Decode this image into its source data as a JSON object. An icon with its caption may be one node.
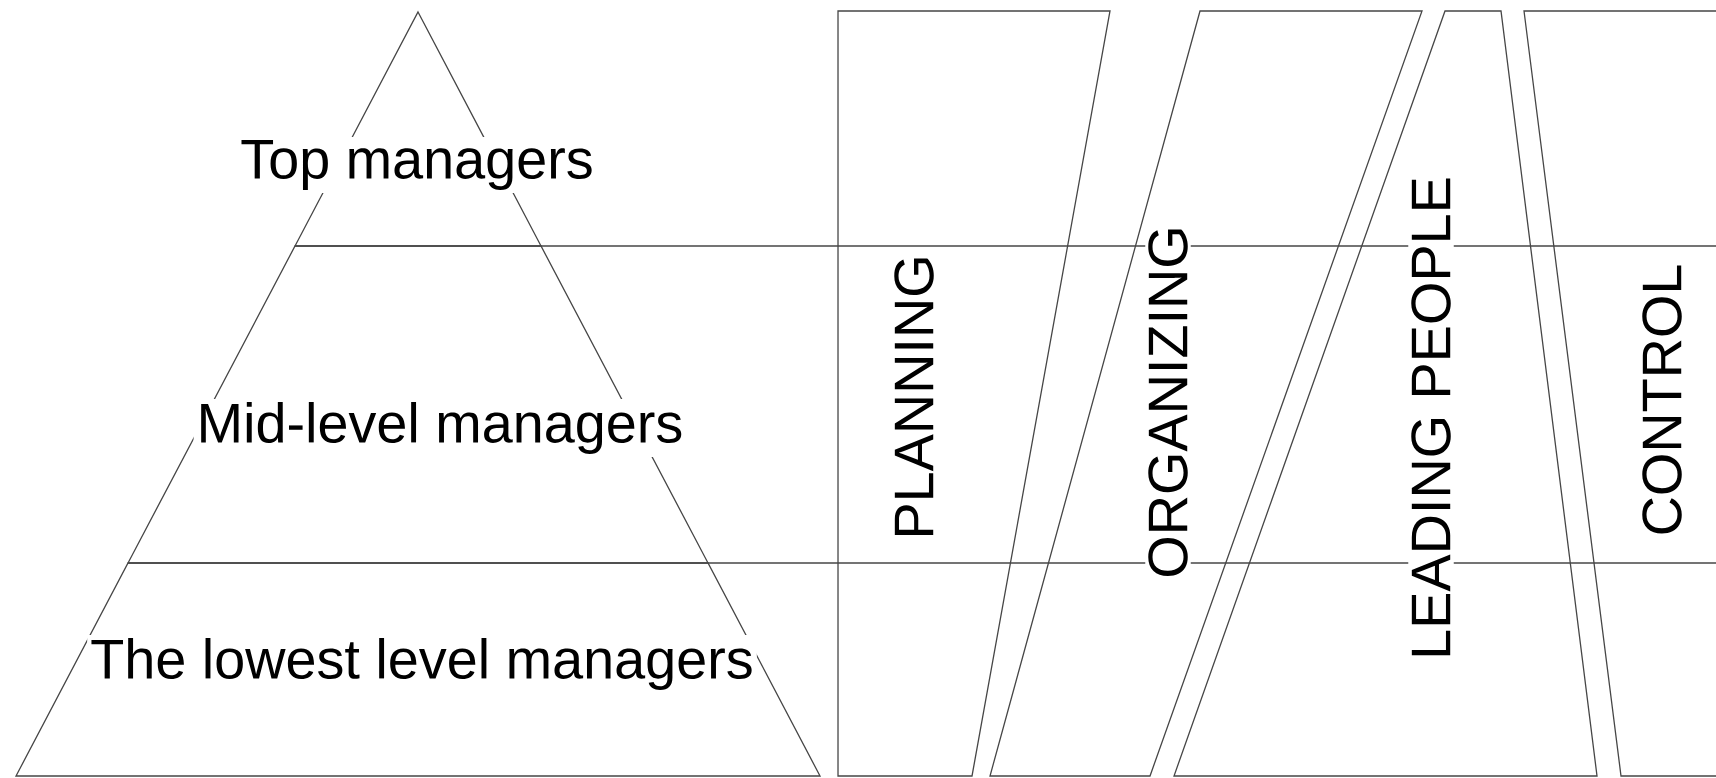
{
  "diagram": {
    "nodes": [
      {
        "text": [
          "Top managers"
        ]
      },
      {
        "text": [
          "Mid-level managers"
        ]
      },
      {
        "text": [
          "The lowest level managers"
        ]
      },
      {
        "text": [
          "PLANNING"
        ]
      },
      {
        "text": [
          "ORGANIZING"
        ]
      },
      {
        "text": [
          "LEADING PEOPLE"
        ]
      },
      {
        "text": [
          "CONTROL"
        ]
      }
    ]
  }
}
